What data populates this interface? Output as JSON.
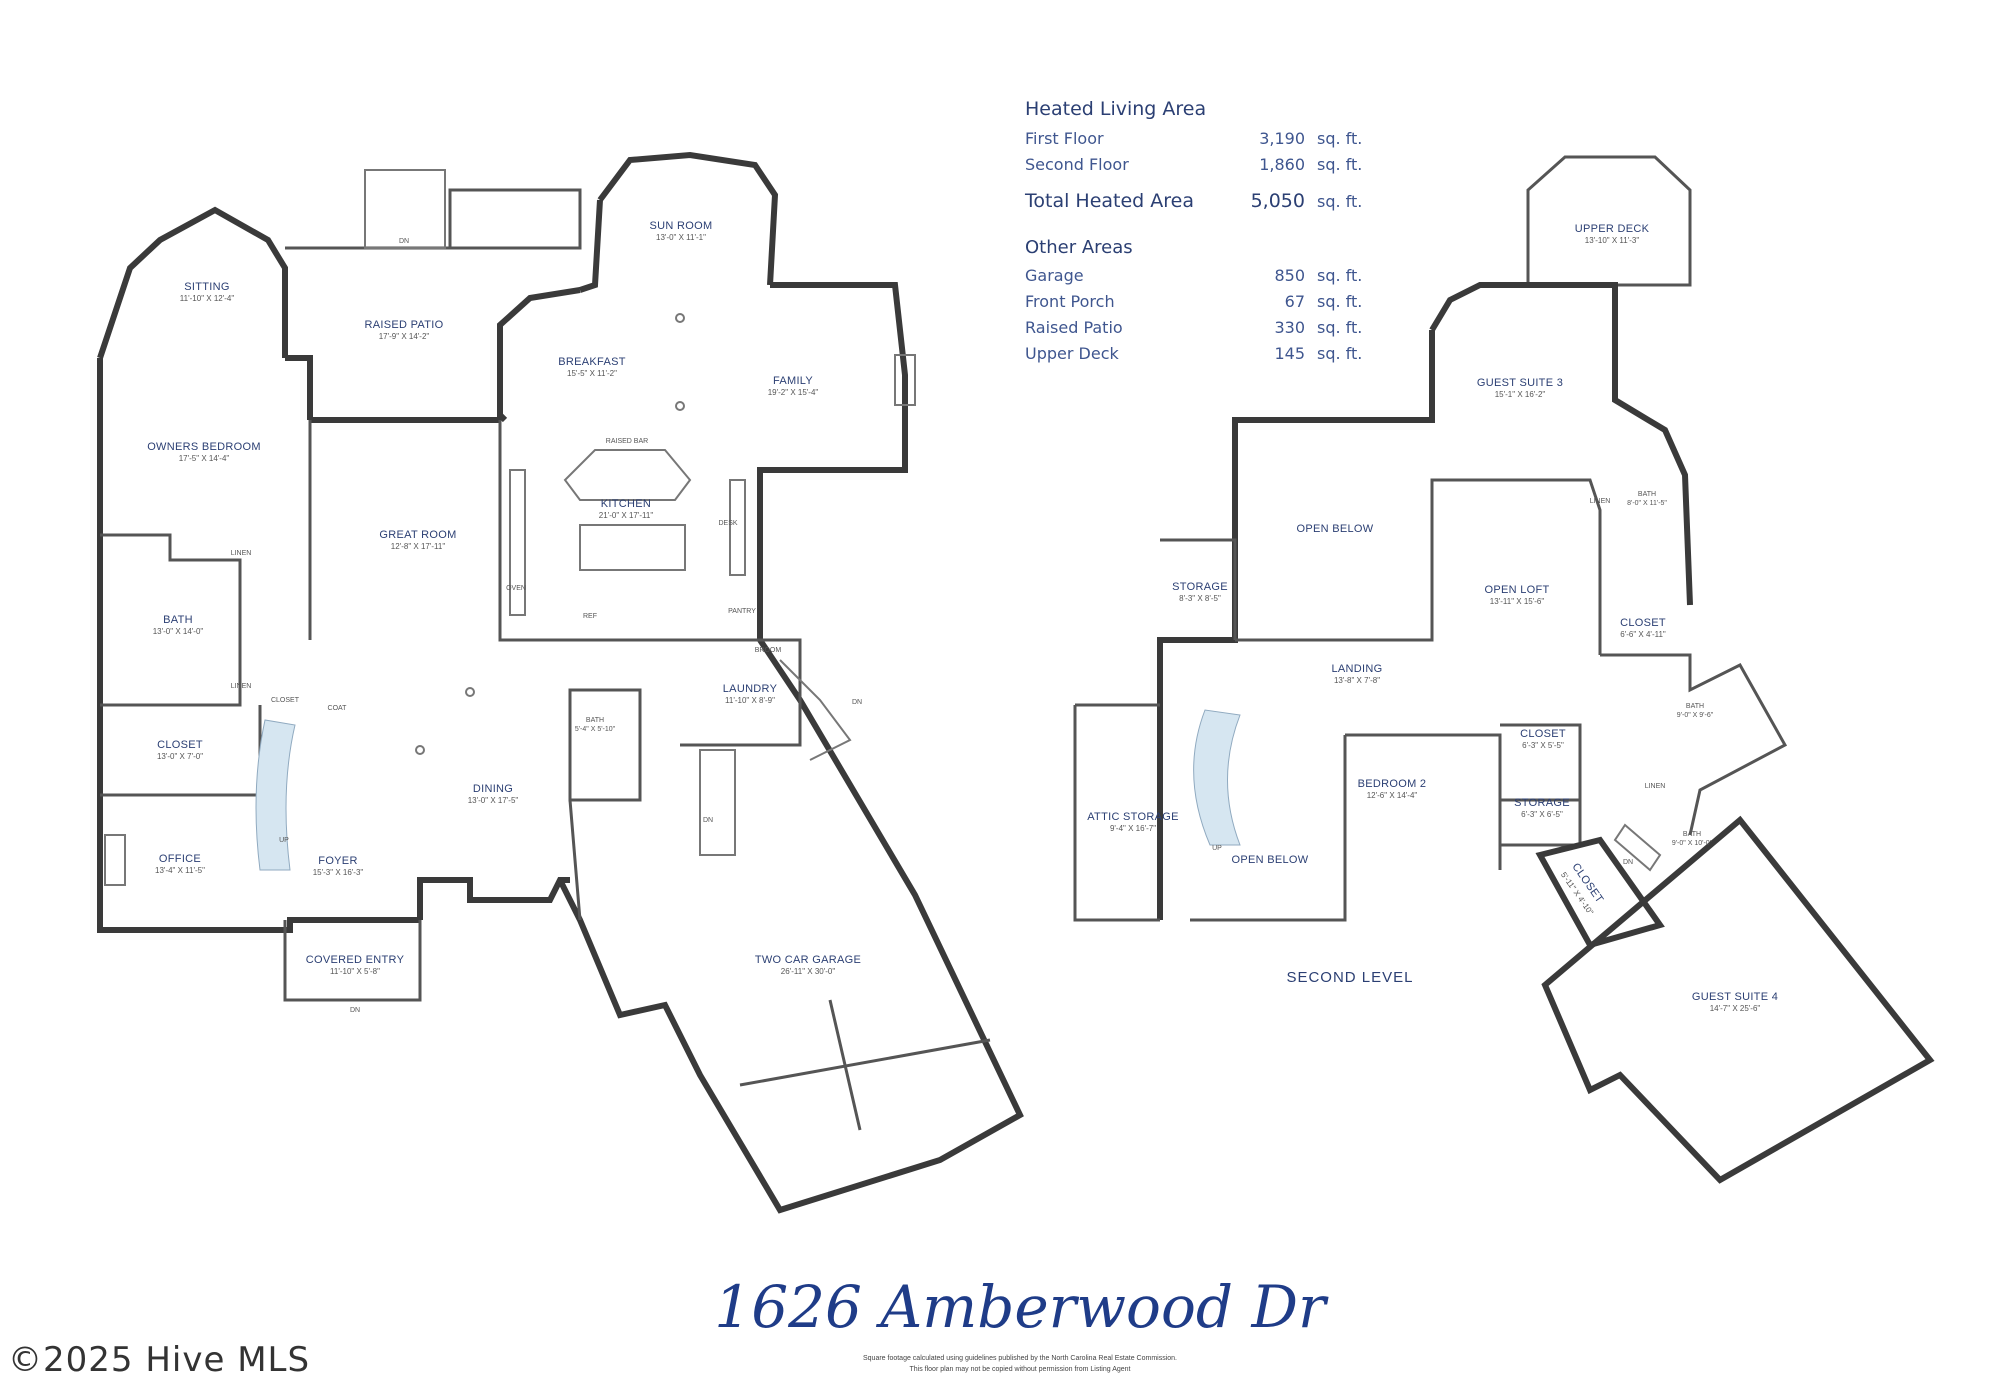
{
  "area_summary": {
    "heated_heading": "Heated Living Area",
    "first_floor_label": "First Floor",
    "first_floor_value": "3,190",
    "second_floor_label": "Second Floor",
    "second_floor_value": "1,860",
    "total_label": "Total Heated Area",
    "total_value": "5,050",
    "unit": "sq. ft.",
    "other_heading": "Other Areas",
    "garage_label": "Garage",
    "garage_value": "850",
    "front_porch_label": "Front Porch",
    "front_porch_value": "67",
    "raised_patio_label": "Raised Patio",
    "raised_patio_value": "330",
    "upper_deck_label": "Upper Deck",
    "upper_deck_value": "145"
  },
  "first_floor": {
    "sitting": {
      "name": "SITTING",
      "dim": "11'-10\" X 12'-4\""
    },
    "raised_patio": {
      "name": "RAISED PATIO",
      "dim": "17'-9\" X 14'-2\""
    },
    "sun_room": {
      "name": "SUN ROOM",
      "dim": "13'-0\" X 11'-1\""
    },
    "breakfast": {
      "name": "BREAKFAST",
      "dim": "15'-5\" X 11'-2\""
    },
    "family": {
      "name": "FAMILY",
      "dim": "19'-2\" X 15'-4\""
    },
    "owners_bedroom": {
      "name": "OWNERS BEDROOM",
      "dim": "17'-5\" X 14'-4\""
    },
    "great_room": {
      "name": "GREAT ROOM",
      "dim": "12'-8\" X 17'-11\""
    },
    "kitchen": {
      "name": "KITCHEN",
      "dim": "21'-0\" X 17'-11\""
    },
    "bath": {
      "name": "BATH",
      "dim": "13'-0\" X 14'-0\""
    },
    "linen1": "LINEN",
    "linen2": "LINEN",
    "closet_small": "CLOSET",
    "coat": "COAT",
    "pantry": "PANTRY",
    "broom": "BROOM",
    "laundry": {
      "name": "LAUNDRY",
      "dim": "11'-10\" X 8'-9\""
    },
    "half_bath": {
      "name": "BATH",
      "dim": "5'-4\" X 5'-10\""
    },
    "closet": {
      "name": "CLOSET",
      "dim": "13'-0\" X 7'-0\""
    },
    "dining": {
      "name": "DINING",
      "dim": "13'-0\" X 17'-5\""
    },
    "office": {
      "name": "OFFICE",
      "dim": "13'-4\" X 11'-5\""
    },
    "foyer": {
      "name": "FOYER",
      "dim": "15'-3\" X 16'-3\""
    },
    "covered_entry": {
      "name": "COVERED ENTRY",
      "dim": "11'-10\" X 5'-8\""
    },
    "garage": {
      "name": "TWO CAR GARAGE",
      "dim": "26'-11\" X 30'-0\""
    },
    "dn": "DN",
    "up": "UP",
    "raised_bar": "RAISED BAR",
    "oven": "OVEN",
    "ref": "REF",
    "desk": "DESK"
  },
  "second_floor": {
    "upper_deck": {
      "name": "UPPER DECK",
      "dim": "13'-10\" X 11'-3\""
    },
    "guest_suite_3": {
      "name": "GUEST SUITE 3",
      "dim": "15'-1\" X 16'-2\""
    },
    "open_below_top": "OPEN BELOW",
    "storage_left": {
      "name": "STORAGE",
      "dim": "8'-3\" X 8'-5\""
    },
    "linen_top": "LINEN",
    "bath_top": {
      "name": "BATH",
      "dim": "8'-0\" X 11'-5\""
    },
    "open_loft": {
      "name": "OPEN LOFT",
      "dim": "13'-11\" X 15'-6\""
    },
    "closet_right": {
      "name": "CLOSET",
      "dim": "6'-6\" X 4'-11\""
    },
    "landing": {
      "name": "LANDING",
      "dim": "13'-8\" X 7'-8\""
    },
    "bath_mid": {
      "name": "BATH",
      "dim": "9'-0\" X 9'-6\""
    },
    "closet_mid": {
      "name": "CLOSET",
      "dim": "6'-3\" X 5'-5\""
    },
    "attic_storage": {
      "name": "ATTIC STORAGE",
      "dim": "9'-4\" X 16'-7\""
    },
    "bedroom_2": {
      "name": "BEDROOM 2",
      "dim": "12'-6\" X 14'-4\""
    },
    "linen_mid": "LINEN",
    "storage_mid": {
      "name": "STORAGE",
      "dim": "6'-3\" X 6'-5\""
    },
    "bath_low": {
      "name": "BATH",
      "dim": "9'-0\" X 10'-0\""
    },
    "open_below_low": "OPEN BELOW",
    "closet_angled": {
      "name": "CLOSET",
      "dim": "5'-11\" X 4'-10\""
    },
    "guest_suite_4": {
      "name": "GUEST SUITE 4",
      "dim": "14'-7\" X 25'-6\""
    },
    "dn": "DN",
    "up": "UP",
    "level_label": "SECOND LEVEL"
  },
  "address": "1626 Amberwood Dr",
  "footer_note_1": "Square footage calculated using guidelines published by the North Carolina Real Estate Commission.",
  "footer_note_2": "This floor plan may not be copied without permission from Listing Agent",
  "copyright": "©2025 Hive MLS",
  "colors": {
    "label_blue": "#2b3f73",
    "address_blue": "#1f3c88",
    "wall": "#3a3a3a",
    "stair_tile": "#d6e6f1"
  }
}
